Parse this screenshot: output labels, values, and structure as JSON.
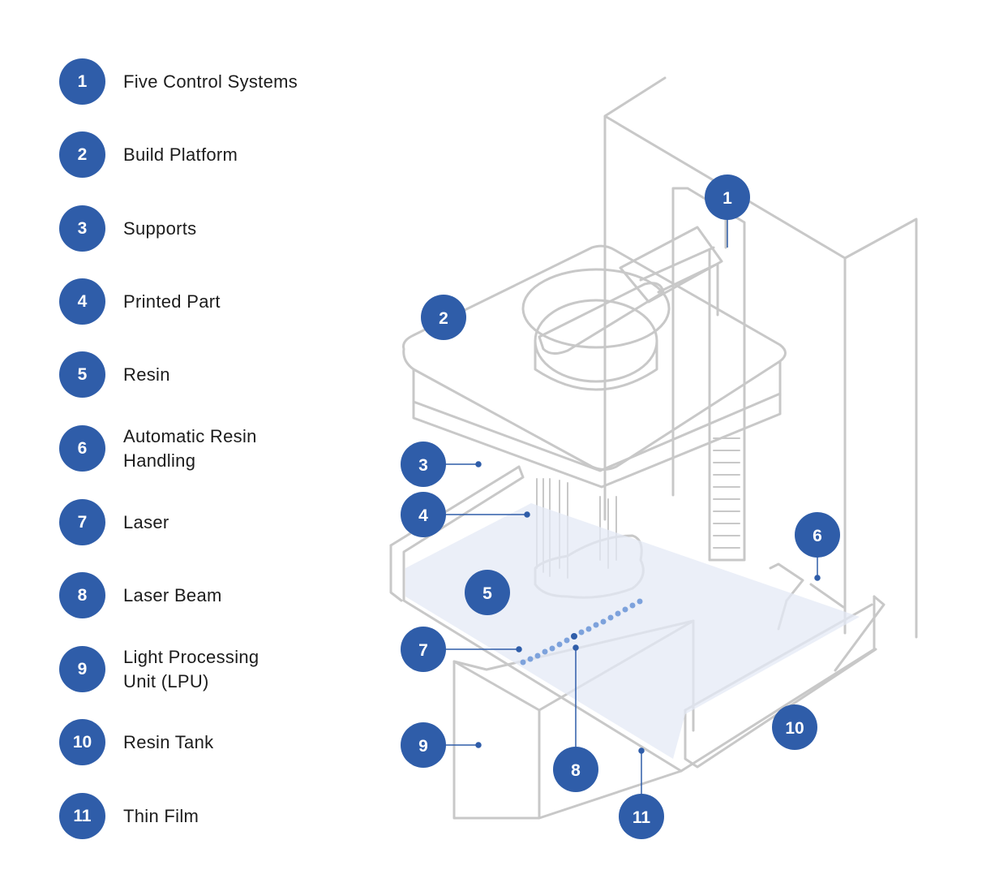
{
  "colors": {
    "badge": "#2f5da9",
    "line_art": "#c8c8c8",
    "resin": "#e4e9f6",
    "laser_dot": "#7da2dc"
  },
  "legend": [
    {
      "number": "1",
      "label": "Five Control Systems"
    },
    {
      "number": "2",
      "label": "Build Platform"
    },
    {
      "number": "3",
      "label": "Supports"
    },
    {
      "number": "4",
      "label": "Printed Part"
    },
    {
      "number": "5",
      "label": "Resin"
    },
    {
      "number": "6",
      "label": "Automatic Resin\nHandling"
    },
    {
      "number": "7",
      "label": "Laser"
    },
    {
      "number": "8",
      "label": "Laser Beam"
    },
    {
      "number": "9",
      "label": "Light Processing\nUnit (LPU)"
    },
    {
      "number": "10",
      "label": "Resin Tank"
    },
    {
      "number": "11",
      "label": "Thin Film"
    }
  ],
  "callouts": [
    "1",
    "2",
    "3",
    "4",
    "5",
    "6",
    "7",
    "8",
    "9",
    "10",
    "11"
  ]
}
